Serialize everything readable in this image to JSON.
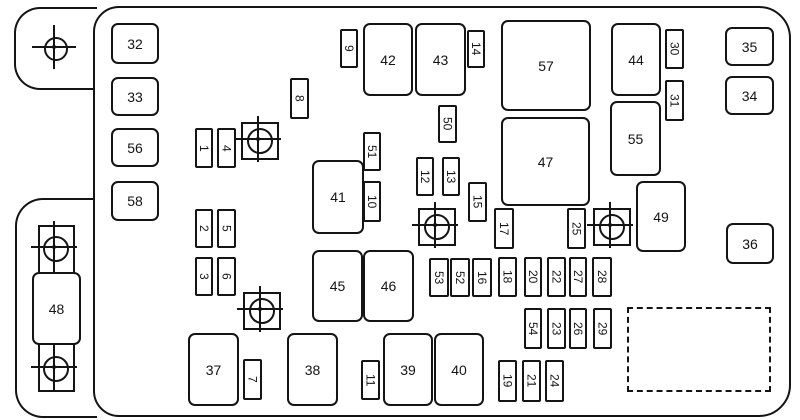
{
  "diagram_type": "fuse-box-diagram",
  "colors": {
    "background": "#ffffff",
    "line": "#141414",
    "text": "#141414"
  },
  "labels": {
    "f1": "1",
    "f2": "2",
    "f3": "3",
    "f4": "4",
    "f5": "5",
    "f6": "6",
    "f7": "7",
    "f8": "8",
    "f9": "9",
    "f10": "10",
    "f11": "11",
    "f12": "12",
    "f13": "13",
    "f14": "14",
    "f15": "15",
    "f16": "16",
    "f17": "17",
    "f18": "18",
    "f19": "19",
    "f20": "20",
    "f21": "21",
    "f22": "22",
    "f23": "23",
    "f24": "24",
    "f25": "25",
    "f26": "26",
    "f27": "27",
    "f28": "28",
    "f29": "29",
    "f30": "30",
    "f31": "31",
    "f32": "32",
    "f33": "33",
    "f34": "34",
    "f35": "35",
    "f36": "36",
    "f37": "37",
    "f38": "38",
    "f39": "39",
    "f40": "40",
    "f41": "41",
    "f42": "42",
    "f43": "43",
    "f44": "44",
    "f45": "45",
    "f46": "46",
    "f47": "47",
    "f48": "48",
    "f49": "49",
    "f50": "50",
    "f51": "51",
    "f52": "52",
    "f53": "53",
    "f54": "54",
    "f55": "55",
    "f56": "56",
    "f57": "57",
    "f58": "58"
  }
}
